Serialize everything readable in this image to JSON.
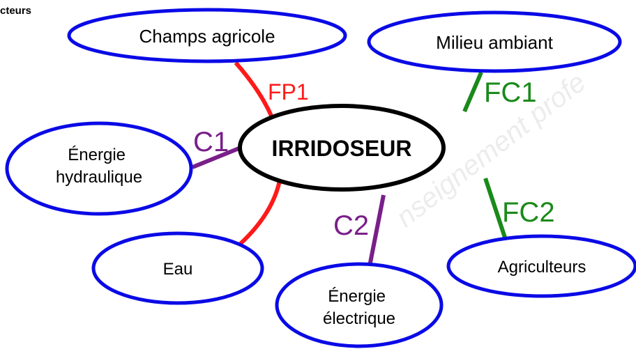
{
  "page": {
    "corner_fragment": "cteurs"
  },
  "diagram": {
    "center": "IRRIDOSEUR",
    "nodes": {
      "champs": "Champs agricole",
      "milieu": "Milieu ambiant",
      "energie_hydraulique": [
        "Énergie",
        "hydraulique"
      ],
      "eau": "Eau",
      "energie_electrique": [
        "Énergie",
        "électrique"
      ],
      "agriculteurs": "Agriculteurs"
    },
    "functions": {
      "fp1": "FP1",
      "fc1": "FC1",
      "fc2": "FC2",
      "c1": "C1",
      "c2": "C2"
    },
    "colors": {
      "node_border": "#0a0ae6",
      "center_border": "#000000",
      "fp": "#ff1a1a",
      "fc": "#1a8a1a",
      "c": "#7a1f8a"
    }
  },
  "watermark": "nseignement profe"
}
